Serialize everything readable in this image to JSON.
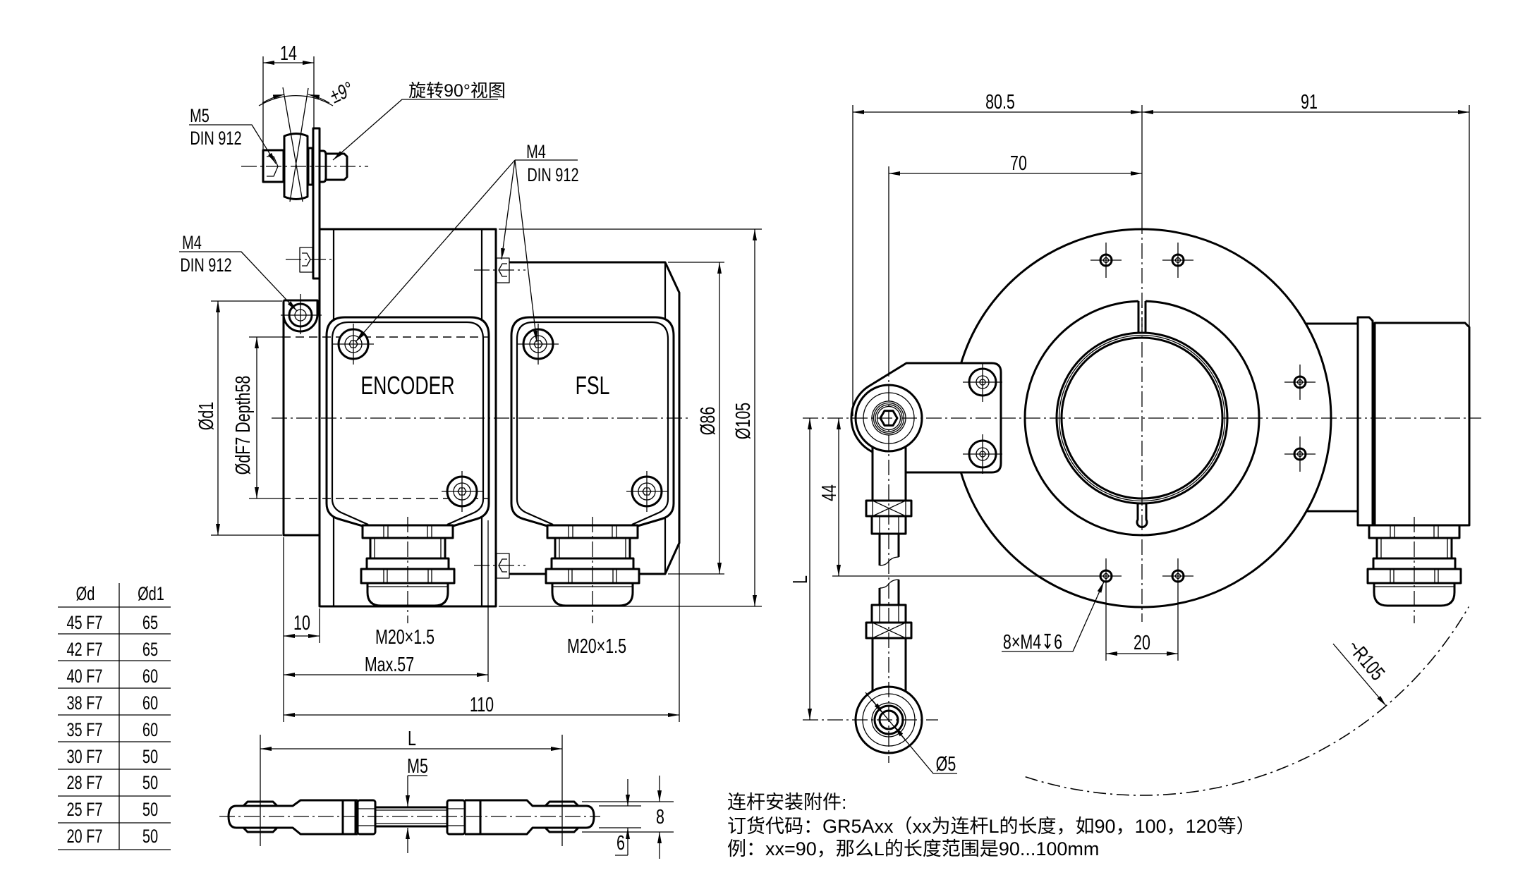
{
  "front_view": {
    "labels": {
      "encoder": "ENCODER",
      "fsl": "FSL"
    },
    "callouts": {
      "rotated_view": "旋转90°视图",
      "roller_screw_size": "M5",
      "roller_screw_std": "DIN 912",
      "clamp_screw_size": "M4",
      "clamp_screw_std": "DIN 912",
      "cover_screw_size": "M4",
      "cover_screw_std": "DIN 912",
      "gland_encoder": "M20×1.5",
      "gland_fsl": "M20×1.5"
    },
    "dimensions": {
      "lever_width": "14",
      "swing_angle": "±9°",
      "flange_dia": "Ød1",
      "bore": "ØdF7 Depth58",
      "flange_thickness": "10",
      "encoder_length": "Max.57",
      "total_length": "110",
      "fsl_height": "Ø86",
      "housing_dia": "Ø105"
    }
  },
  "end_view": {
    "dimensions": {
      "left_extent": "80.5",
      "right_extent": "91",
      "arm_offset": "70",
      "hole_offset": "44",
      "link_length": "L",
      "hole_spacing": "20",
      "pin_dia": "Ø5",
      "swing_radius": "~R105"
    },
    "callouts": {
      "threaded_holes": "8×M4↧6"
    }
  },
  "link_rod": {
    "dimensions": {
      "length": "L",
      "thread": "M5",
      "eye_width_outer": "8",
      "eye_width_inner": "6"
    }
  },
  "bore_table": {
    "headers": [
      "Ød",
      "Ød1"
    ],
    "rows": [
      [
        "45 F7",
        "65"
      ],
      [
        "42 F7",
        "65"
      ],
      [
        "40 F7",
        "60"
      ],
      [
        "38 F7",
        "60"
      ],
      [
        "35 F7",
        "60"
      ],
      [
        "30 F7",
        "50"
      ],
      [
        "28 F7",
        "50"
      ],
      [
        "25 F7",
        "50"
      ],
      [
        "20 F7",
        "50"
      ]
    ]
  },
  "notes": [
    "连杆安装附件:",
    "订货代码：GR5Axx（xx为连杆L的长度，如90，100，120等）",
    "例：xx=90，那么L的长度范围是90...100mm"
  ]
}
